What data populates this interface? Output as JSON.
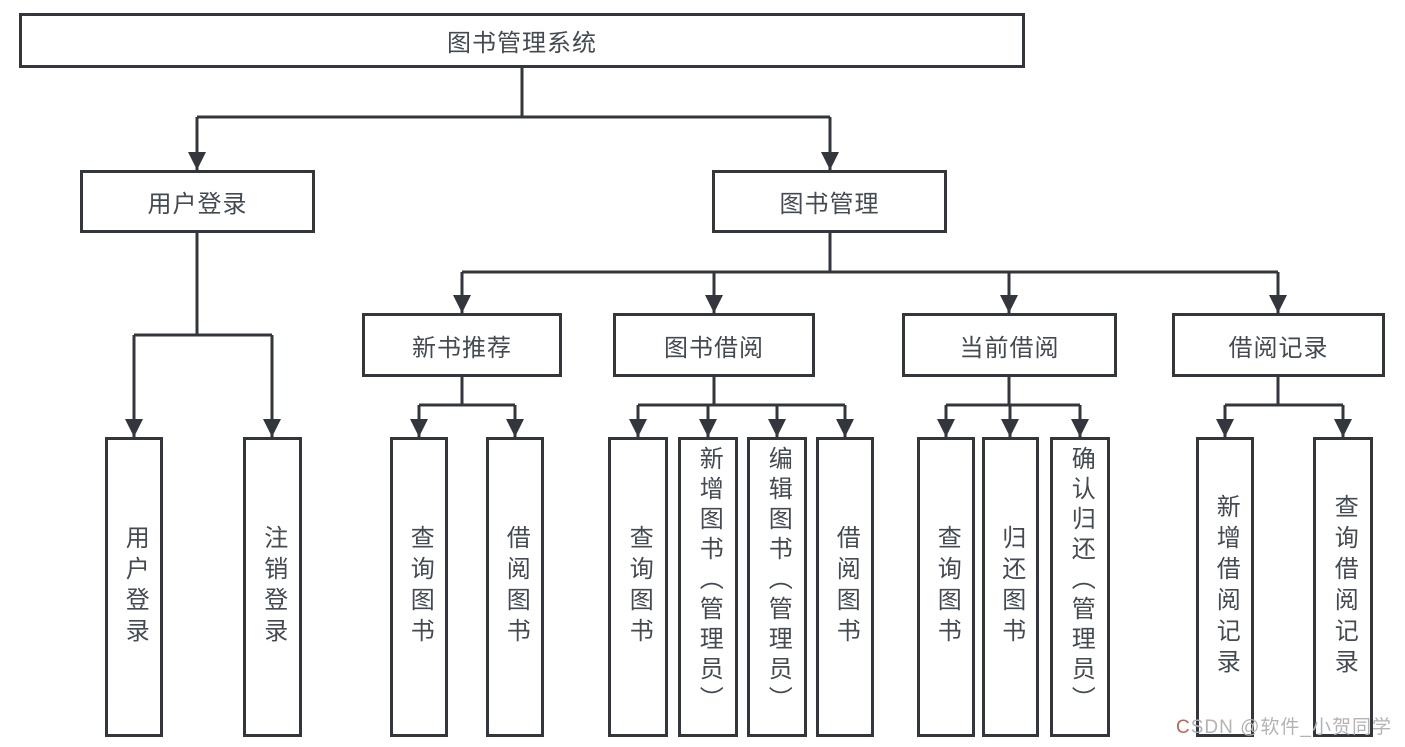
{
  "root": {
    "label": "图书管理系统"
  },
  "level2": {
    "user_login": {
      "label": "用户登录"
    },
    "book_management": {
      "label": "图书管理"
    }
  },
  "level3": {
    "new_books": {
      "label": "新书推荐"
    },
    "borrowing": {
      "label": "图书借阅"
    },
    "current": {
      "label": "当前借阅"
    },
    "records": {
      "label": "借阅记录"
    }
  },
  "leaves": {
    "user_login": [
      "用户登录",
      "注销登录"
    ],
    "new_books": [
      "查询图书",
      "借阅图书"
    ],
    "borrowing": [
      "查询图书",
      "新增图书（管理员）",
      "编辑图书（管理员）",
      "借阅图书"
    ],
    "current": [
      "查询图书",
      "归还图书",
      "确认归还（管理员）"
    ],
    "records": [
      "新增借阅记录",
      "查询借阅记录"
    ]
  },
  "watermark": {
    "text_logo": "CSDN",
    "text_user": "@软件_小贺同学"
  },
  "colors": {
    "line": "#33373d",
    "text": "#444a52",
    "watermark_gray": "#b3b3b3",
    "watermark_accent": "#c0655a",
    "background": "#ffffff"
  }
}
